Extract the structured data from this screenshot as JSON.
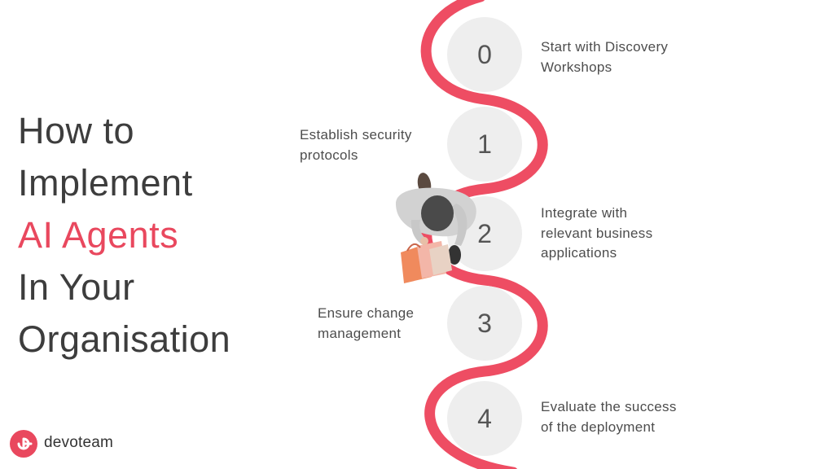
{
  "title": {
    "line1": "How to",
    "line2": "Implement",
    "line3": "AI Agents",
    "line4": "In Your",
    "line5": "Organisation"
  },
  "steps": [
    {
      "number": "0",
      "text_line1": "Start with Discovery",
      "text_line2": "Workshops"
    },
    {
      "number": "1",
      "text_line1": "Establish security",
      "text_line2": "protocols"
    },
    {
      "number": "2",
      "text_line1": "Integrate with",
      "text_line2": "relevant business",
      "text_line3": "applications"
    },
    {
      "number": "3",
      "text_line1": "Ensure change",
      "text_line2": "management"
    },
    {
      "number": "4",
      "text_line1": "Evaluate the success",
      "text_line2": "of the deployment"
    }
  ],
  "logo": {
    "text": "devoteam"
  },
  "colors": {
    "accent": "#e9485e",
    "circle": "#eeeeee",
    "text": "#3d3d3d"
  },
  "illustration": {
    "icon": "shopper-top-view-icon"
  }
}
